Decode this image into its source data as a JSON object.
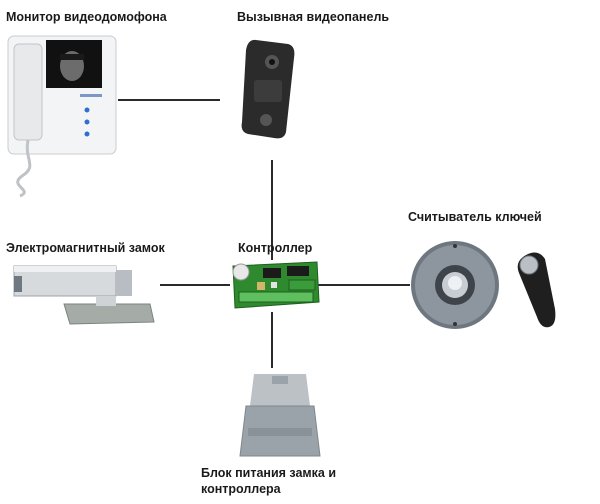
{
  "labels": {
    "monitor": "Монитор видеодомофона",
    "call_panel": "Вызывная видеопанель",
    "reader": "Считыватель ключей",
    "lock": "Электромагнитный замок",
    "controller": "Контроллер",
    "psu_line1": "Блок питания замка и",
    "psu_line2": "контроллера"
  },
  "colors": {
    "wire": "#2a2a2a",
    "pcb": "#2f8a2f",
    "metal": "#9aa3aa",
    "panel": "#2b2b2b"
  }
}
